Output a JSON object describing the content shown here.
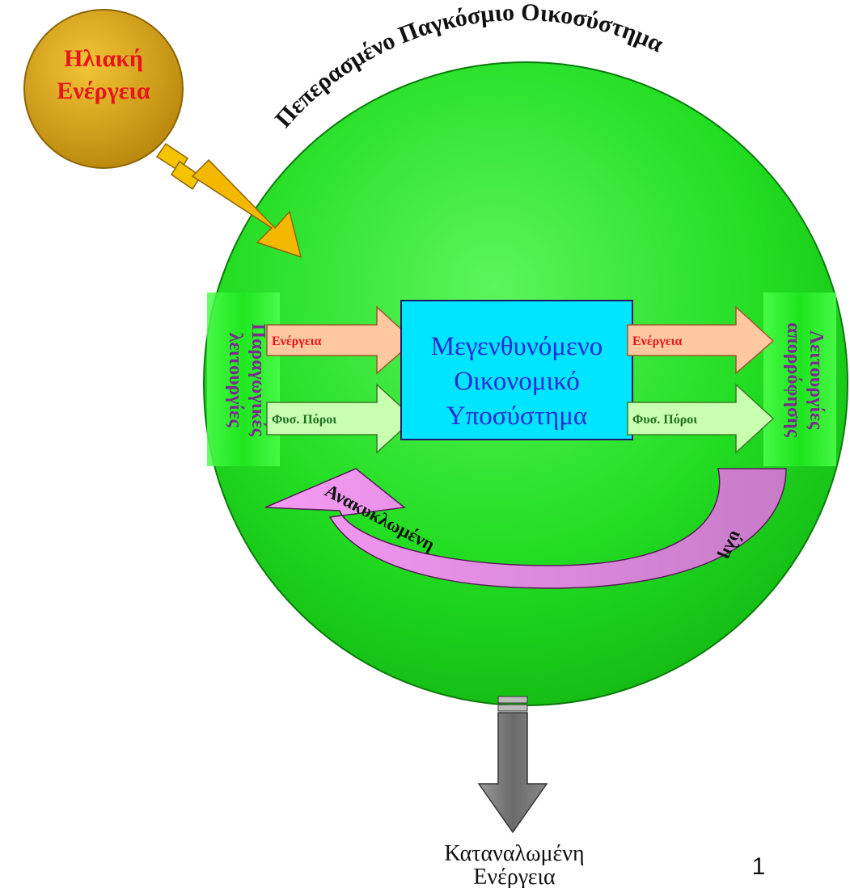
{
  "sun": {
    "line1": "Ηλιακή",
    "line2": "Ενέργεια"
  },
  "globe_title": "Πεπερασμένο Παγκόσμιο Οικοσύστημα",
  "center_box": {
    "line1": "Μεγενθυνόμενο",
    "line2": "Οικονομικό",
    "line3": "Υποσύστημα"
  },
  "left_panel": {
    "line1": "Παραγωγικές",
    "line2": "λειτουργίες"
  },
  "right_panel": {
    "line1": "Λειτουργίες",
    "line2": "απορρόφησης"
  },
  "arrows": {
    "in_energy": "Ενέργεια",
    "in_resources": "Φυσ. Πόροι",
    "out_energy": "Ενέργεια",
    "out_resources": "Φυσ. Πόροι"
  },
  "recycle": {
    "label": "Ανακυκλωμένη",
    "material": "ύλη"
  },
  "bottom": {
    "line1": "Καταναλωμένη",
    "line2": "Ενέργεια"
  },
  "page_number": "1",
  "colors": {
    "globe": "#22dd22",
    "sun": "#d9a21a",
    "sun_arrow": "#f5b800",
    "center_box": "#00e5ff",
    "energy_arrow": "#ffc8a0",
    "resource_arrow": "#c8ffb0",
    "recycle_arrow": "#ee88ee",
    "bottom_arrow": "#777777"
  }
}
